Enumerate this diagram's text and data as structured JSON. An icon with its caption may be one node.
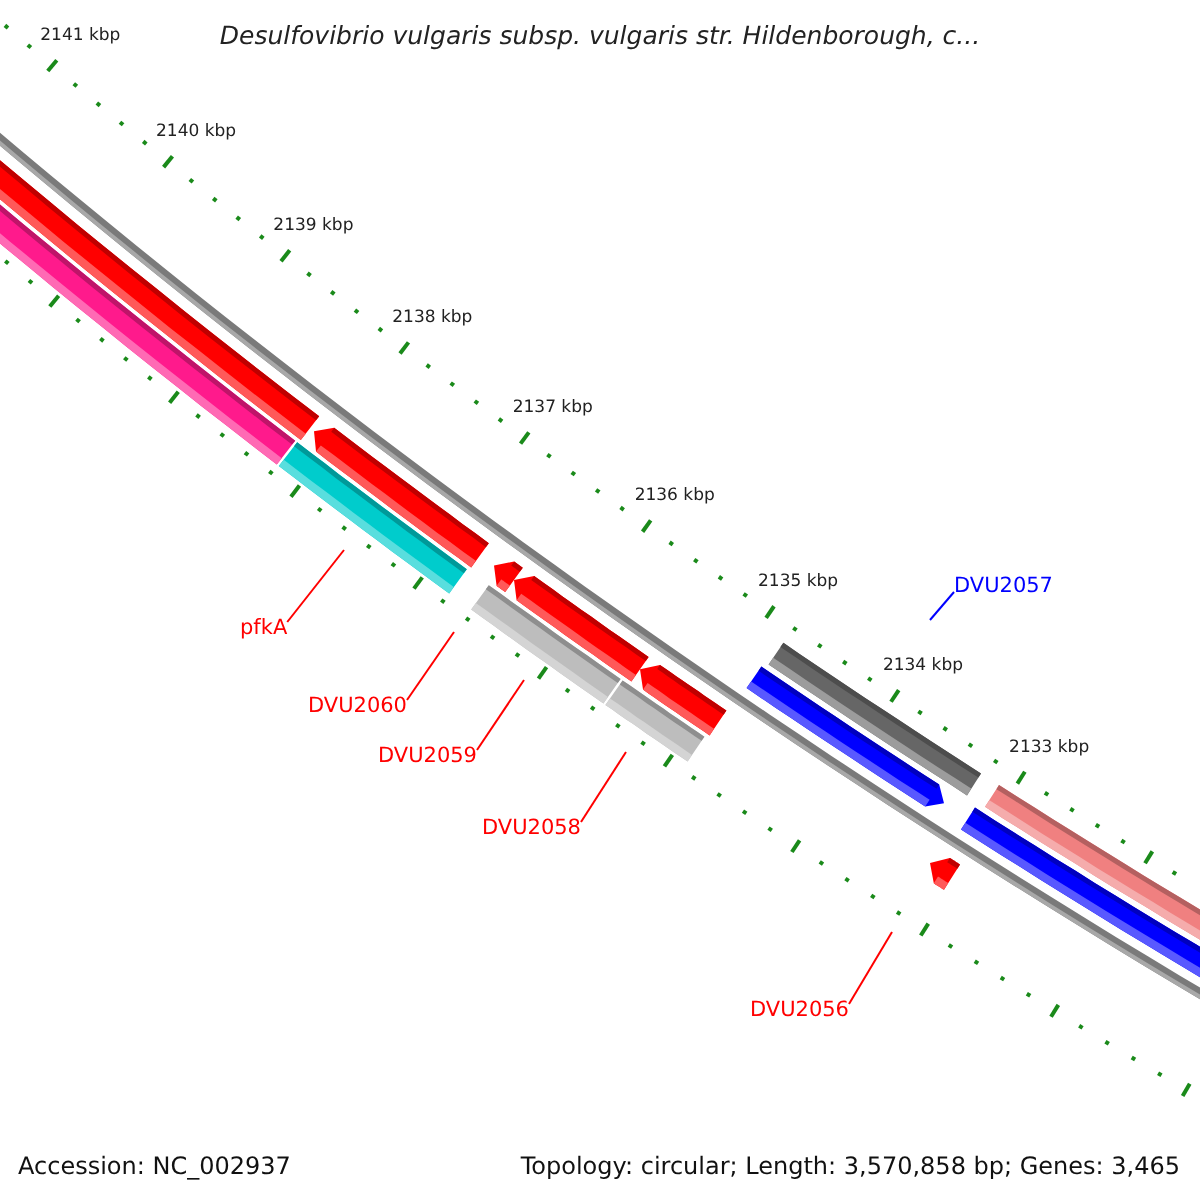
{
  "diagram": {
    "title": "Desulfovibrio vulgaris subsp. vulgaris str. Hildenborough, c...",
    "nodes": [
      {
        "text": [
          "DVU2057"
        ]
      },
      {
        "text": [
          "pfkA"
        ]
      },
      {
        "text": [
          "DVU2060"
        ]
      },
      {
        "text": [
          "DVU2059"
        ]
      },
      {
        "text": [
          "DVU2058"
        ]
      },
      {
        "text": [
          "DVU2056"
        ]
      }
    ],
    "edges": [
      {
        "from": 0,
        "to": null,
        "arrow": "none",
        "color": "#0000ff"
      },
      {
        "from": 1,
        "to": null,
        "arrow": "none"
      },
      {
        "from": 2,
        "to": null,
        "arrow": "none"
      },
      {
        "from": 3,
        "to": null,
        "arrow": "none"
      },
      {
        "from": 4,
        "to": null,
        "arrow": "none"
      },
      {
        "from": 5,
        "to": null,
        "arrow": "none"
      }
    ],
    "labels": [
      "2141 kbp",
      "2140 kbp",
      "2139 kbp",
      "2138 kbp",
      "2137 kbp",
      "2136 kbp",
      "2135 kbp",
      "2134 kbp",
      "2133 kbp",
      "Accession: NC_002937",
      "Topology: circular; Length: 3,570,858 bp; Genes: 3,465"
    ]
  }
}
